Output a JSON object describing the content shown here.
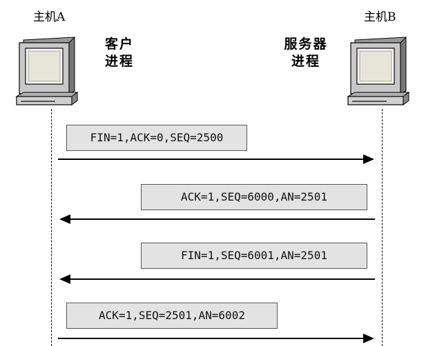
{
  "hosts": {
    "a": {
      "name": "主机A",
      "process_line1": "客户",
      "process_line2": "进程"
    },
    "b": {
      "name": "主机B",
      "process_line1": "服务器",
      "process_line2": "进程"
    }
  },
  "messages": [
    {
      "text": "FIN=1,ACK=0,SEQ=2500",
      "direction": "A→B"
    },
    {
      "text": "ACK=1,SEQ=6000,AN=2501",
      "direction": "B→A"
    },
    {
      "text": "FIN=1,SEQ=6001,AN=2501",
      "direction": "B→A"
    },
    {
      "text": "ACK=1,SEQ=2501,AN=6002",
      "direction": "A→B"
    }
  ]
}
